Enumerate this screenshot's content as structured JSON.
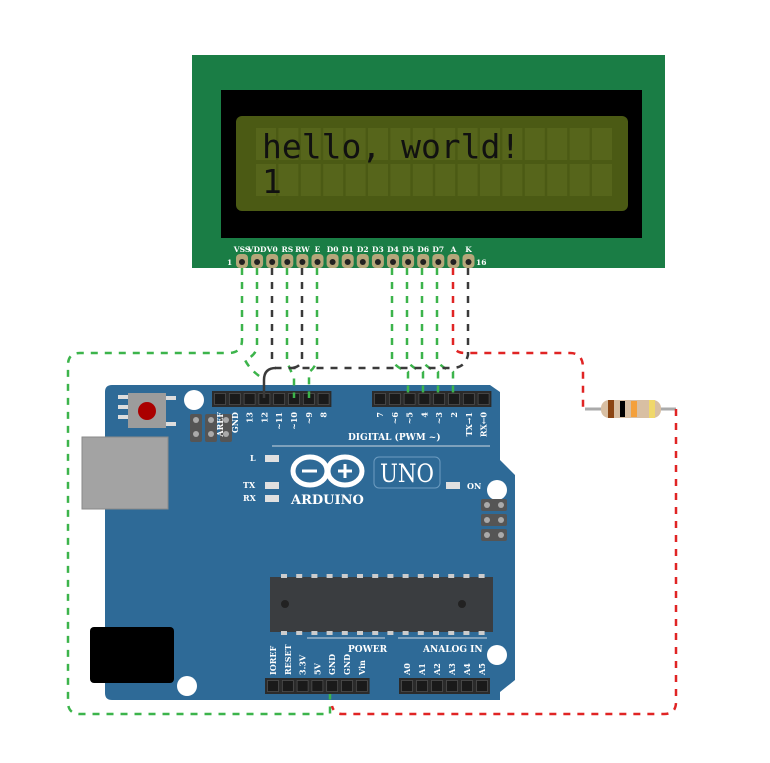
{
  "lcd": {
    "line1": "hello, world!",
    "line2": "1",
    "pin_first": "1",
    "pin_last": "16",
    "pins": [
      "VSS",
      "VDD",
      "V0",
      "RS",
      "RW",
      "E",
      "D0",
      "D1",
      "D2",
      "D3",
      "D4",
      "D5",
      "D6",
      "D7",
      "A",
      "K"
    ]
  },
  "arduino": {
    "brand": "ARDUINO",
    "model": "UNO",
    "digital_label": "DIGITAL (PWM ~)",
    "power_label": "POWER",
    "analog_label": "ANALOG IN",
    "led_l": "L",
    "led_tx": "TX",
    "led_rx": "RX",
    "led_on": "ON",
    "digital_left": [
      "AREF",
      "GND",
      "13",
      "12",
      "~11",
      "~10",
      "~9",
      "8"
    ],
    "digital_right": [
      "7",
      "~6",
      "~5",
      "4",
      "~3",
      "2",
      "TX→1",
      "RX←0"
    ],
    "power_pins": [
      "IOREF",
      "RESET",
      "3.3V",
      "5V",
      "GND",
      "GND",
      "Vin"
    ],
    "analog_pins": [
      "A0",
      "A1",
      "A2",
      "A3",
      "A4",
      "A5"
    ]
  },
  "colors": {
    "lcd_board": "#1a7d45",
    "lcd_screen": "#4b5a14",
    "arduino_board": "#2e6a97",
    "wire_green": "#3cb44b",
    "wire_black": "#3a3a3a",
    "wire_red": "#e02424"
  }
}
